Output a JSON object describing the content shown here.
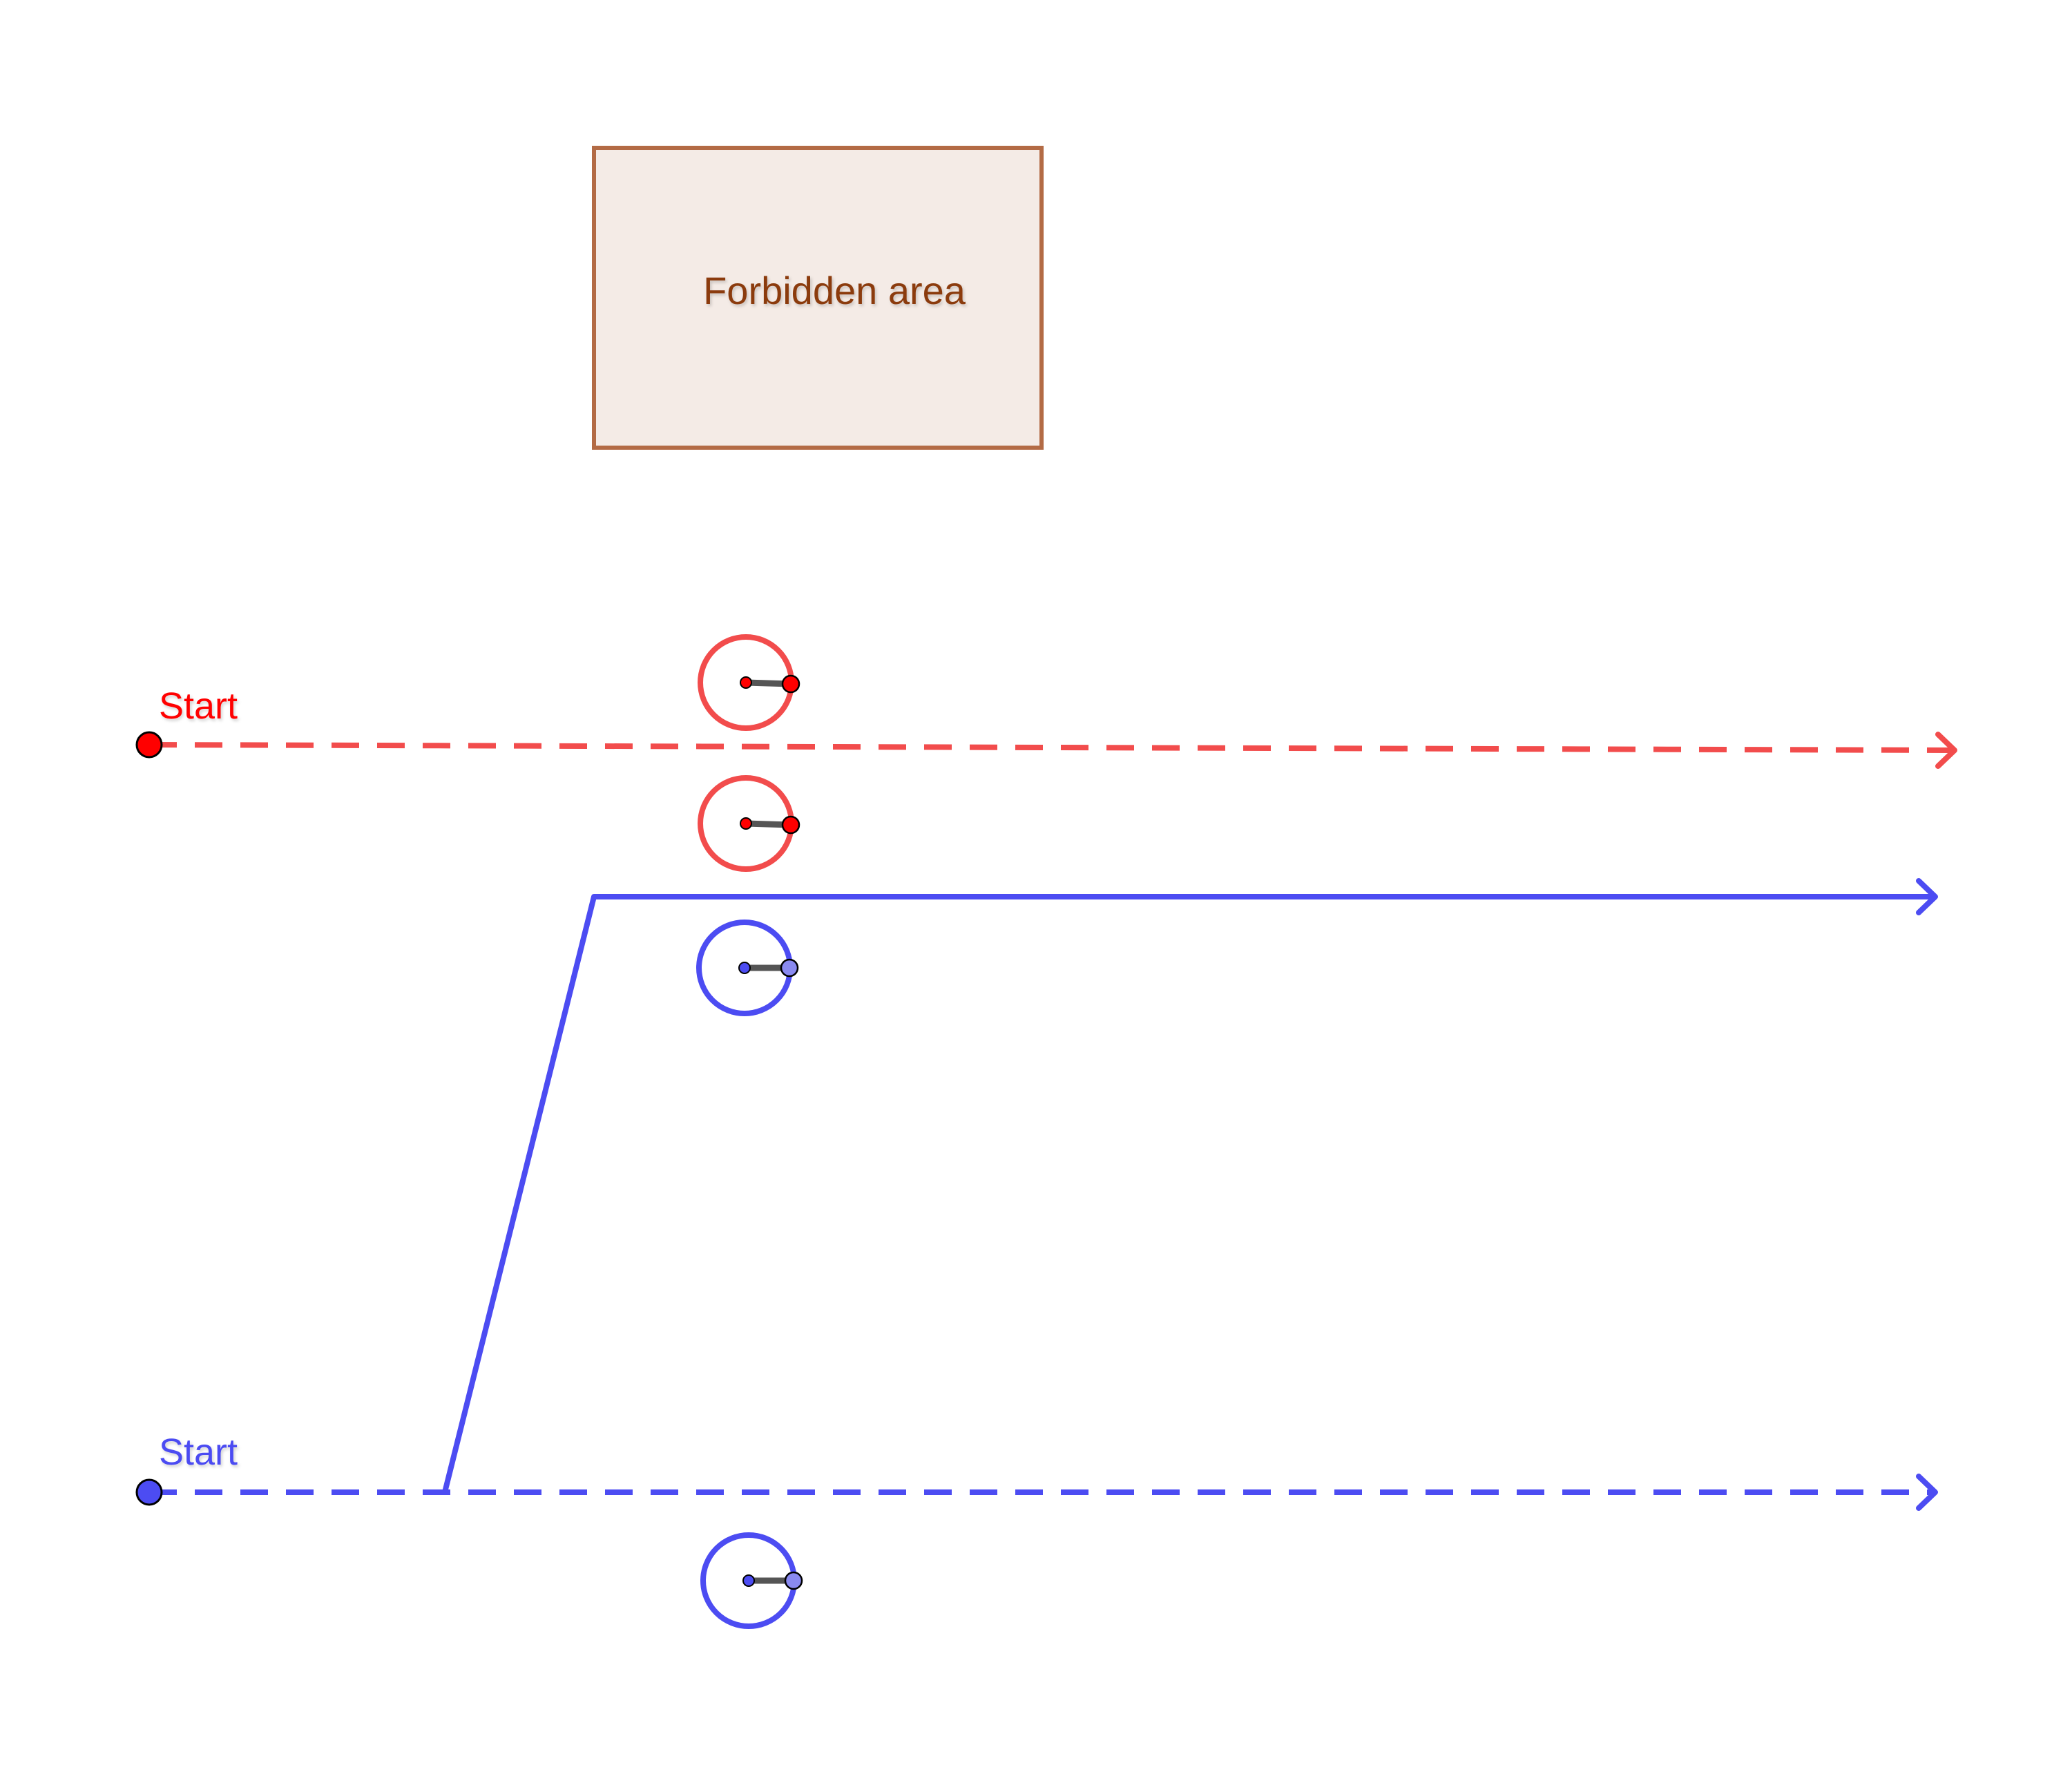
{
  "forbidden_area": {
    "label": "Forbidden area",
    "fill": "#f4ebe6",
    "stroke": "#b36b45",
    "text_color": "#8b3a0f"
  },
  "red_path": {
    "start_label": "Start",
    "color": "#f24c4c",
    "label_color": "#ff0000",
    "point_color": "#ff0000"
  },
  "blue_path": {
    "start_label": "Start",
    "color": "#4c4cf2",
    "label_color": "#4c4cf2",
    "point_color": "#4c4cf2",
    "slider_point_color": "#8a8af0"
  },
  "colors": {
    "segment": "#555555",
    "point_outline": "#000000"
  }
}
